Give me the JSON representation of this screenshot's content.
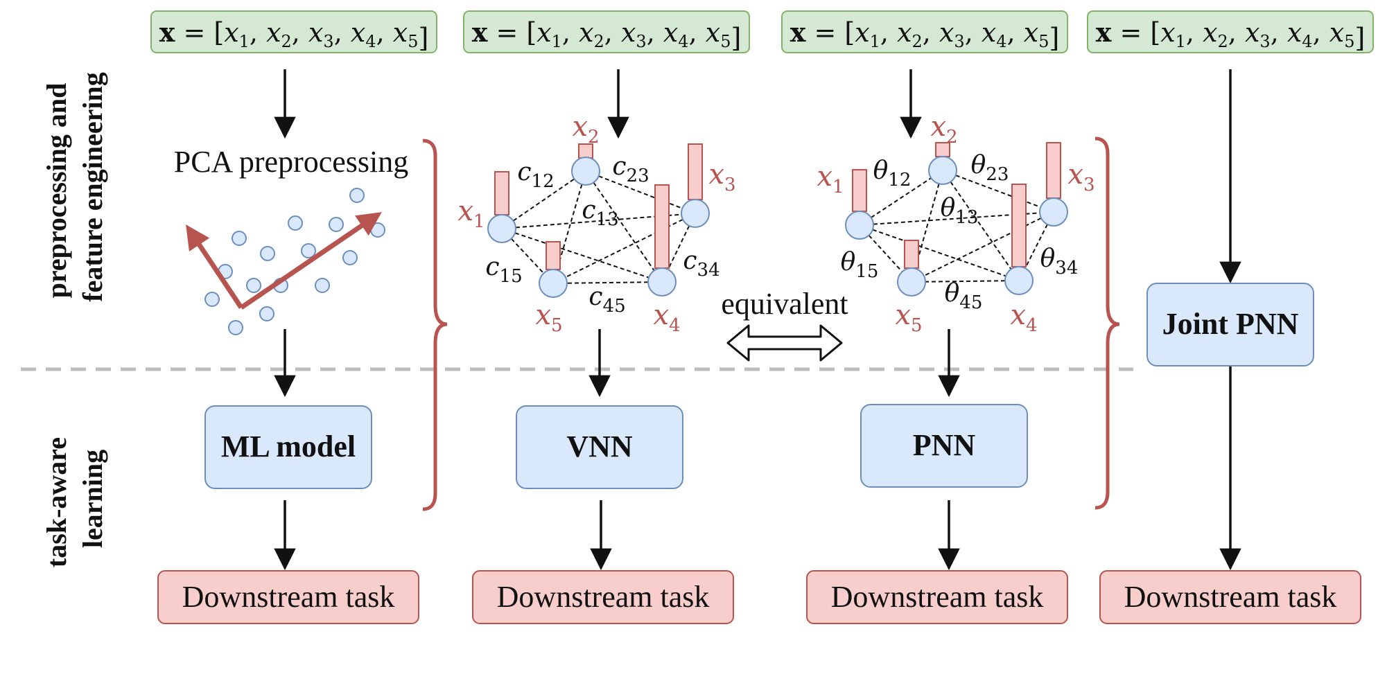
{
  "input_vector": {
    "bold_symbol": "x",
    "equals": " = [",
    "close": "]",
    "components": [
      "x1",
      "x2",
      "x3",
      "x4",
      "x5"
    ],
    "fill": "#d5e8d4",
    "stroke": "#82b366"
  },
  "row_labels": {
    "top": [
      "preprocessing and",
      "feature engineering"
    ],
    "bottom": [
      "task-aware",
      "learning"
    ]
  },
  "pca": {
    "label": "PCA preprocessing",
    "arrow_color": "#b85450",
    "point_fill": "#dae8fc",
    "point_stroke": "#6c8ebf"
  },
  "graph_vnn": {
    "node_labels": [
      "x1",
      "x2",
      "x3",
      "x4",
      "x5"
    ],
    "edge_symbol": "c",
    "edge_labels": [
      "12",
      "23",
      "13",
      "15",
      "34",
      "45"
    ]
  },
  "graph_pnn": {
    "node_labels": [
      "x1",
      "x2",
      "x3",
      "x4",
      "x5"
    ],
    "edge_symbol": "θ",
    "edge_labels": [
      "12",
      "23",
      "13",
      "15",
      "34",
      "45"
    ]
  },
  "equivalent_label": "equivalent",
  "models": {
    "ml_model": "ML model",
    "vnn": "VNN",
    "pnn": "PNN",
    "joint_pnn": "Joint PNN",
    "fill": "#dae8fc",
    "stroke": "#6c8ebf"
  },
  "downstream": {
    "label": "Downstream task",
    "fill": "#f8cecc",
    "stroke": "#b85450"
  },
  "brace_color": "#b85450",
  "divider_color": "#bdbdbd"
}
